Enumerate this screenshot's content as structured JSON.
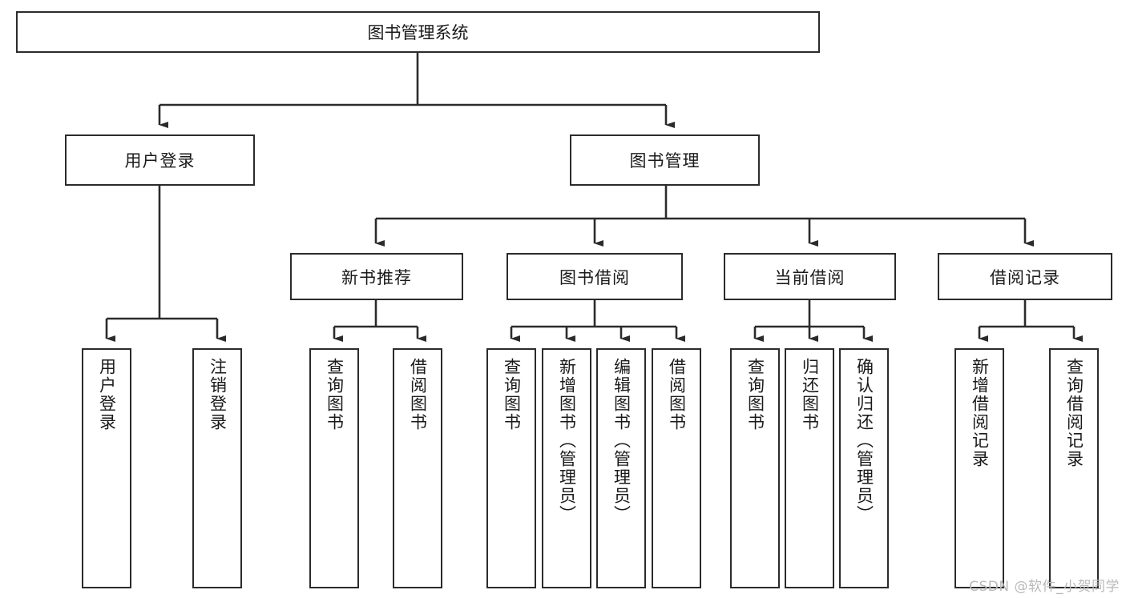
{
  "diagram": {
    "title": "图书管理系统",
    "type": "tree-hierarchy-diagram",
    "root": {
      "label": "图书管理系统"
    },
    "level1": [
      {
        "label": "用户登录"
      },
      {
        "label": "图书管理"
      }
    ],
    "level2": [
      {
        "label": "新书推荐"
      },
      {
        "label": "图书借阅"
      },
      {
        "label": "当前借阅"
      },
      {
        "label": "借阅记录"
      }
    ],
    "leaves": [
      {
        "label": "用户登录"
      },
      {
        "label": "注销登录"
      },
      {
        "label": "查询图书"
      },
      {
        "label": "借阅图书"
      },
      {
        "label": "查询图书"
      },
      {
        "label": "新增图书（管理员）"
      },
      {
        "label": "编辑图书（管理员）"
      },
      {
        "label": "借阅图书"
      },
      {
        "label": "查询图书"
      },
      {
        "label": "归还图书"
      },
      {
        "label": "确认归还（管理员）"
      },
      {
        "label": "新增借阅记录"
      },
      {
        "label": "查询借阅记录"
      }
    ],
    "watermark": "CSDN @软件_小贺同学",
    "colors": {
      "stroke": "#2b2b2b",
      "fill": "#ffffff",
      "text": "#1a1a1a",
      "watermark": "#b9b9b9"
    }
  }
}
